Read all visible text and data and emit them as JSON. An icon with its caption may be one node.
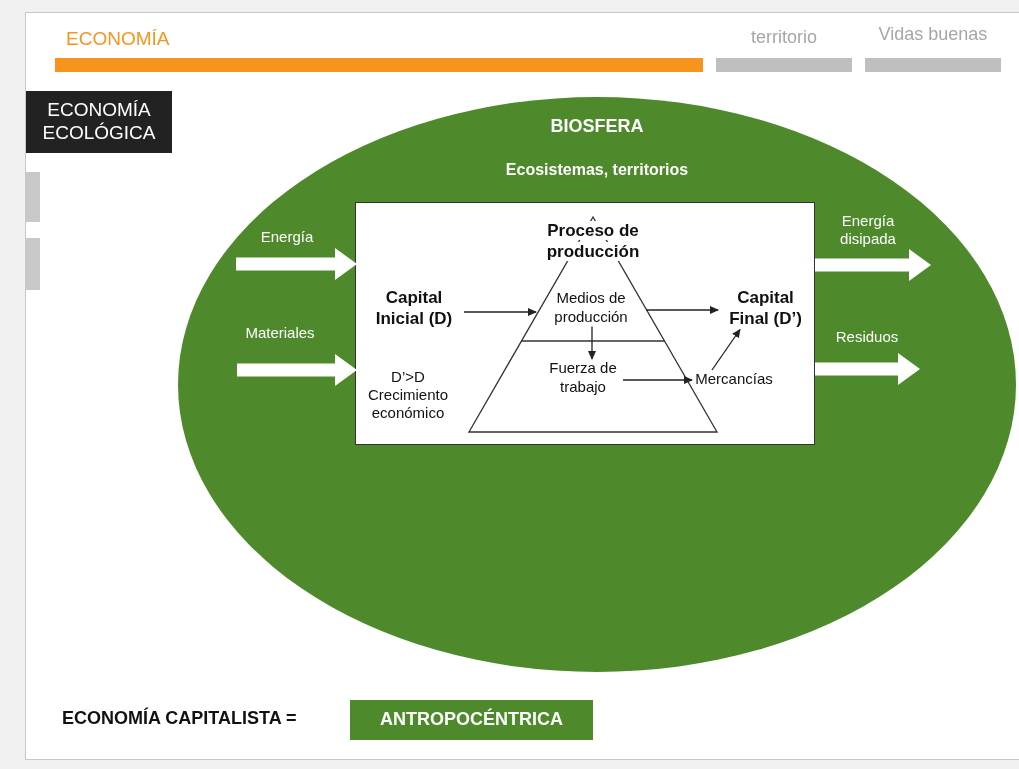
{
  "diagram": {
    "nodes": [
      {
        "text": [
          "BIOSFERA",
          "Ecosistemas, territorios"
        ]
      },
      {
        "text": [],
        "shape": "box",
        "in": 0
      },
      {
        "text": [
          "Proceso de producción"
        ],
        "in": 1
      },
      {
        "text": [
          "Capital Inicial (D)"
        ],
        "in": 1
      },
      {
        "text": [
          "Medios de producción"
        ],
        "in": 2
      },
      {
        "text": [
          "Fuerza de trabajo"
        ],
        "in": 2
      },
      {
        "text": [
          "Mercancías"
        ],
        "in": 1
      },
      {
        "text": [
          "Capital Final (D’)"
        ],
        "in": 1
      }
    ],
    "edges": [
      {
        "from": null,
        "to": 1,
        "arrow": "to",
        "label": "Energía",
        "style": "thick",
        "color": "#ffffff"
      },
      {
        "from": null,
        "to": 1,
        "arrow": "to",
        "label": "Materiales",
        "style": "thick",
        "color": "#ffffff"
      },
      {
        "from": 1,
        "to": null,
        "arrow": "to",
        "label": "Energía disipada",
        "style": "thick",
        "color": "#ffffff"
      },
      {
        "from": 1,
        "to": null,
        "arrow": "to",
        "label": "Residuos",
        "style": "thick",
        "color": "#ffffff"
      },
      {
        "from": 3,
        "to": 4,
        "arrow": "to"
      },
      {
        "from": 4,
        "to": 7,
        "arrow": "to"
      },
      {
        "from": 4,
        "to": 5,
        "arrow": "to"
      },
      {
        "from": 5,
        "to": 6,
        "arrow": "to"
      },
      {
        "from": 6,
        "to": 7,
        "arrow": "to"
      }
    ],
    "labels": [
      "ECONOMÍA",
      "territorio",
      "Vidas buenas",
      "ECONOMÍA ECOLÓGICA",
      "D’>D Crecimiento económico",
      "ECONOMÍA CAPITALISTA =",
      "ANTROPOCÉNTRICA"
    ]
  }
}
